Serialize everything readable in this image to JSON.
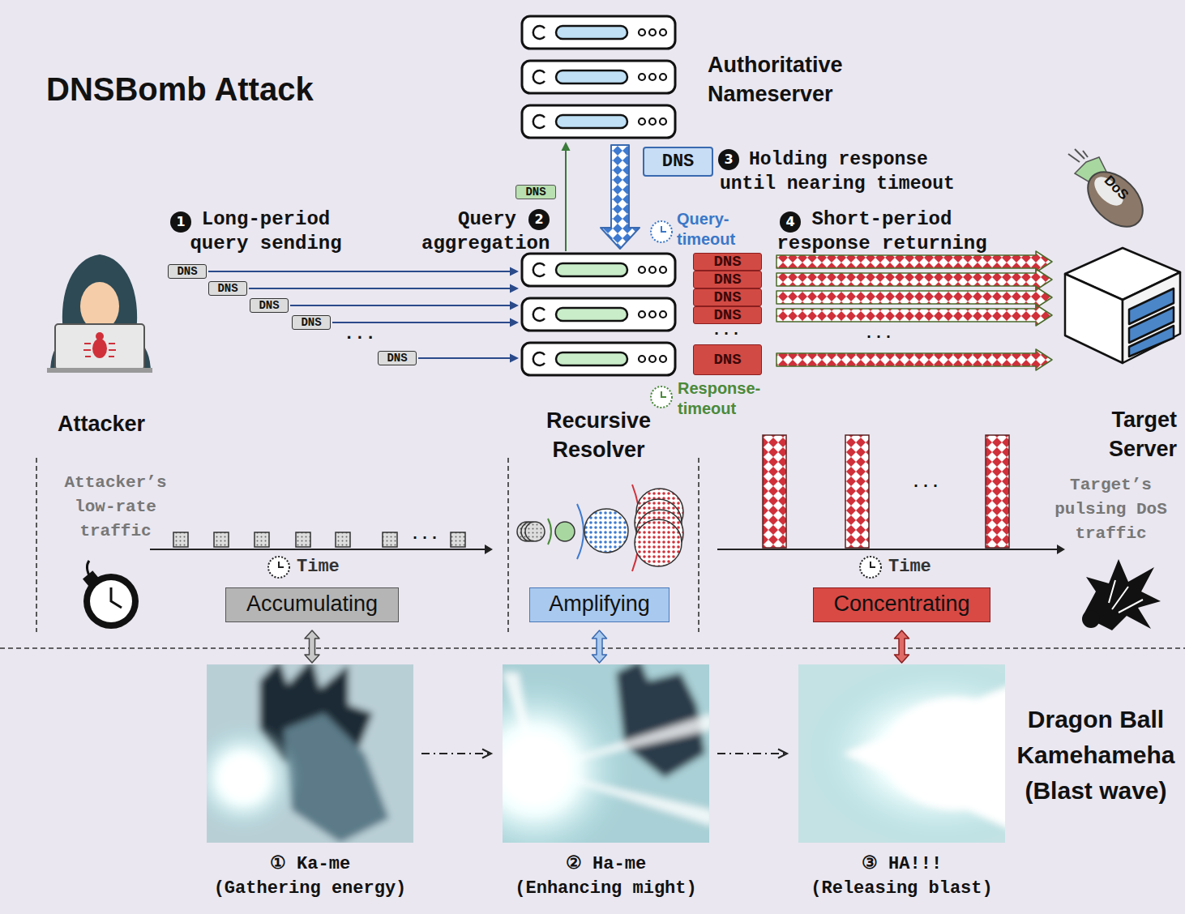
{
  "diagram": {
    "title": "DNSBomb Attack",
    "nodes": [
      {
        "text": [
          "Authoritative Nameserver"
        ]
      },
      {
        "text": [
          "DNS"
        ]
      },
      {
        "text": [
          "DNS"
        ]
      },
      {
        "text": [
          "Attacker"
        ]
      },
      {
        "text": [
          "DNS"
        ]
      },
      {
        "text": [
          "DNS"
        ]
      },
      {
        "text": [
          "DNS"
        ]
      },
      {
        "text": [
          "DNS"
        ]
      },
      {
        "text": [
          "DNS"
        ]
      },
      {
        "text": [
          "Recursive Resolver"
        ]
      },
      {
        "text": [
          "DNS"
        ]
      },
      {
        "text": [
          "DNS"
        ]
      },
      {
        "text": [
          "DNS"
        ]
      },
      {
        "text": [
          "DNS"
        ]
      },
      {
        "text": [
          "DNS"
        ]
      },
      {
        "text": [
          "Target Server"
        ]
      },
      {
        "text": [
          "Accumulating"
        ]
      },
      {
        "text": [
          "Amplifying"
        ]
      },
      {
        "text": [
          "Concentrating"
        ]
      },
      {
        "text": [
          "① Ka-me",
          "(Gathering energy)"
        ]
      },
      {
        "text": [
          "② Ha-me",
          "(Enhancing might)"
        ]
      },
      {
        "text": [
          "③ HA!!!",
          "(Releasing blast)"
        ]
      }
    ],
    "edges": [
      {
        "from": 4,
        "to": 9,
        "arrow": "to"
      },
      {
        "from": 5,
        "to": 9,
        "arrow": "to"
      },
      {
        "from": 6,
        "to": 9,
        "arrow": "to"
      },
      {
        "from": 7,
        "to": 9,
        "arrow": "to"
      },
      {
        "from": 8,
        "to": 9,
        "arrow": "to"
      },
      {
        "from": 9,
        "to": 0,
        "arrow": "to"
      },
      {
        "from": 0,
        "to": 9,
        "arrow": "to"
      },
      {
        "from": 10,
        "to": 15,
        "arrow": "to"
      },
      {
        "from": 11,
        "to": 15,
        "arrow": "to"
      },
      {
        "from": 12,
        "to": 15,
        "arrow": "to"
      },
      {
        "from": 13,
        "to": 15,
        "arrow": "to"
      },
      {
        "from": 14,
        "to": 15,
        "arrow": "to"
      },
      {
        "from": 16,
        "to": 19,
        "arrow": "both"
      },
      {
        "from": 17,
        "to": 20,
        "arrow": "both"
      },
      {
        "from": 18,
        "to": 21,
        "arrow": "both"
      },
      {
        "from": 19,
        "to": 20,
        "arrow": "to"
      },
      {
        "from": 20,
        "to": 21,
        "arrow": "to"
      }
    ],
    "labels": [
      "1",
      "Long-period query sending",
      "Query aggregation",
      "2",
      "3",
      "Holding response until nearing timeout",
      "Query-timeout",
      "4",
      "Short-period response returning",
      "...",
      "...",
      "...",
      "Response-timeout",
      "Attacker’s low-rate traffic",
      "...",
      "Time",
      "...",
      "Time",
      "Target’s pulsing DoS traffic",
      "DoS",
      "Dragon Ball Kamehameha (Blast wave)"
    ]
  }
}
